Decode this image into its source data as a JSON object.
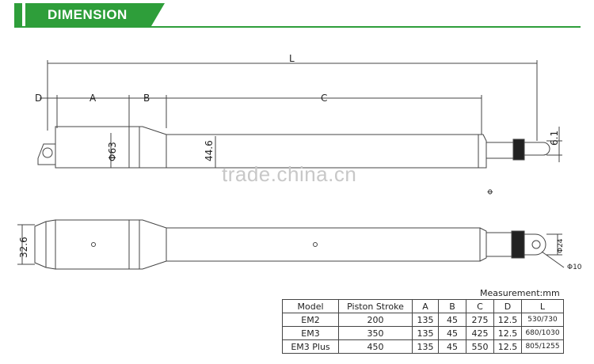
{
  "header": {
    "title": "DIMENSION"
  },
  "watermark": "trade.china.cn",
  "top_view": {
    "labels": {
      "L": "L",
      "D": "D",
      "A": "A",
      "B": "B",
      "C": "C"
    },
    "dims": {
      "d63": "Φ63",
      "d44_6": "44.6",
      "d6_1": "6.1",
      "partial_phi": "Φ"
    }
  },
  "bottom_view": {
    "dims": {
      "d32_6": "32.6",
      "d24": "Φ24",
      "d10": "Φ10"
    }
  },
  "measurement_note": "Measurement:mm",
  "table": {
    "headers": [
      "Model",
      "Piston Stroke",
      "A",
      "B",
      "C",
      "D",
      "L"
    ],
    "rows": [
      [
        "EM2",
        "200",
        "135",
        "45",
        "275",
        "12.5",
        "530/730"
      ],
      [
        "EM3",
        "350",
        "135",
        "45",
        "425",
        "12.5",
        "680/1030"
      ],
      [
        "EM3 Plus",
        "450",
        "135",
        "45",
        "550",
        "12.5",
        "805/1255"
      ]
    ]
  }
}
